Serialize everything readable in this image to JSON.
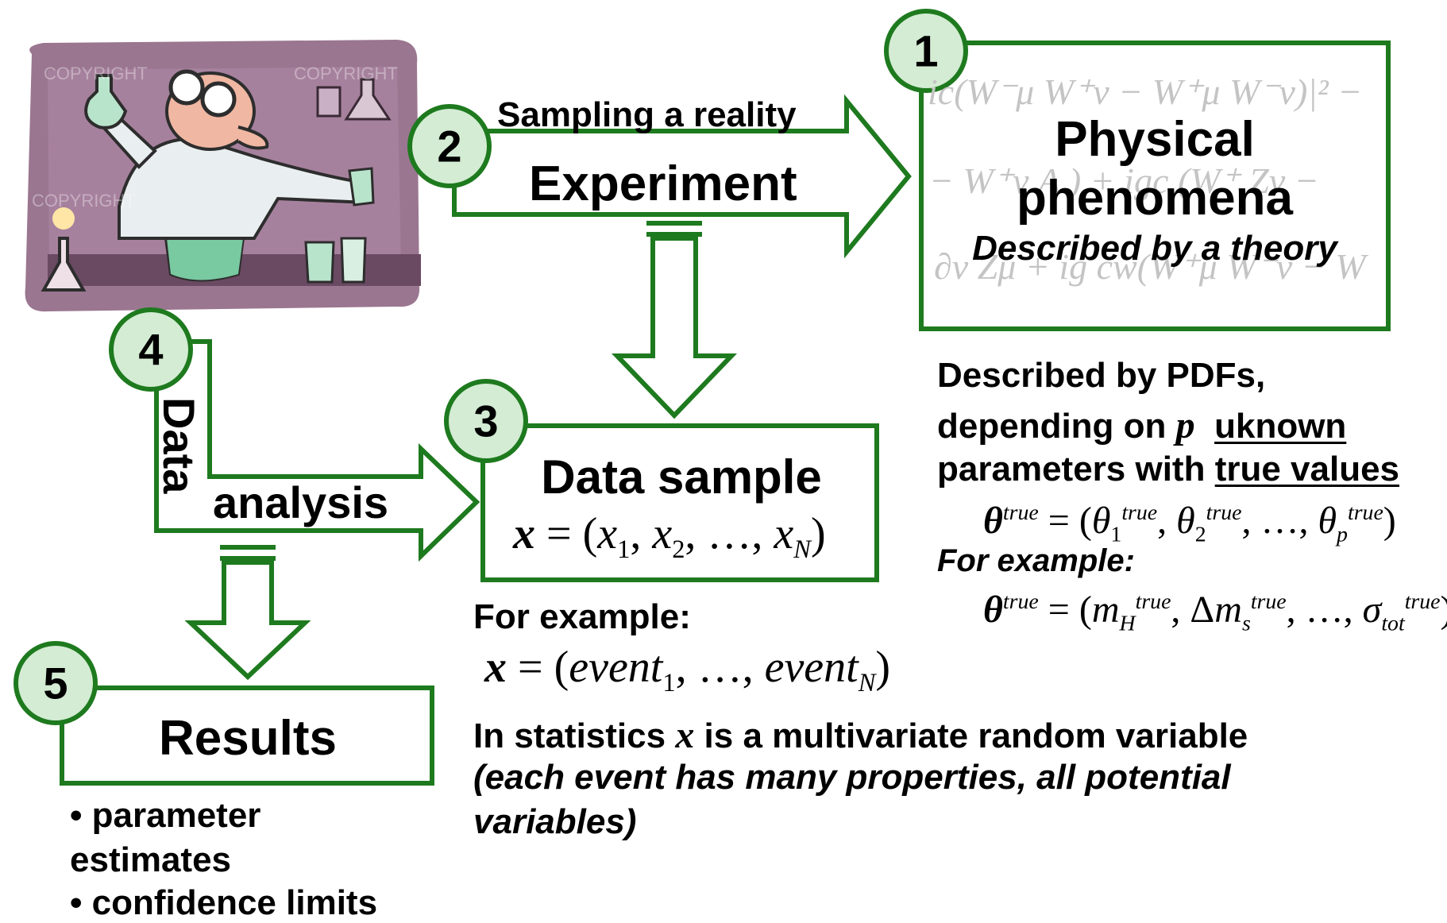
{
  "colors": {
    "green": "#1e7a1e",
    "circle_fill": "#d3ecd3",
    "ghost_text": "#c4c4c4"
  },
  "illustration": {
    "icon": "scientist-lab-illustration-icon",
    "watermark": "COPYRIGHT"
  },
  "steps": {
    "s1": "1",
    "s2": "2",
    "s3": "3",
    "s4": "4",
    "s5": "5"
  },
  "experiment_arrow": {
    "top": "Sampling a reality",
    "main": "Experiment"
  },
  "analysis_arrow": {
    "vertical": "Data",
    "main": "analysis"
  },
  "phenomena": {
    "title_1": "Physical",
    "title_2": "phenomena",
    "subtitle": "Described by a theory",
    "bg_line_1": "ic(W⁻μ W⁺ν − W⁺μ W⁻ν)|² −",
    "bg_line_2": "− W⁺ν A ) + igc (W⁺ Zν −",
    "bg_line_3": "∂ν Zμ + ig cw(W⁺μ W⁻ν − W"
  },
  "pdf_block": {
    "line1": "Described by PDFs,",
    "line2_a": "depending on ",
    "line2_p": "p",
    "line2_u": "uknown",
    "line3_a": "parameters with ",
    "line3_u": "true values",
    "theta_formula": "θtrue = (θ1true, θ2true, …, θptrue)",
    "example_label": "For example:",
    "example_formula": "θtrue = (mHtrue, Δmstrue, …, σtottrue)"
  },
  "data_sample": {
    "title": "Data sample",
    "formula": "x = (x1, x2, …, xN)"
  },
  "example_block": {
    "label": "For example:",
    "formula": "x = (event1, …, eventN)"
  },
  "statistics": {
    "line1_a": "In statistics ",
    "line1_x": "x",
    "line1_b": " is a multivariate random variable",
    "line2": "(each event has many properties, all potential",
    "line3": "variables)"
  },
  "results": {
    "title": "Results",
    "bullet1_a": "• parameter",
    "bullet1_b": "estimates",
    "bullet2": "• confidence limits"
  }
}
